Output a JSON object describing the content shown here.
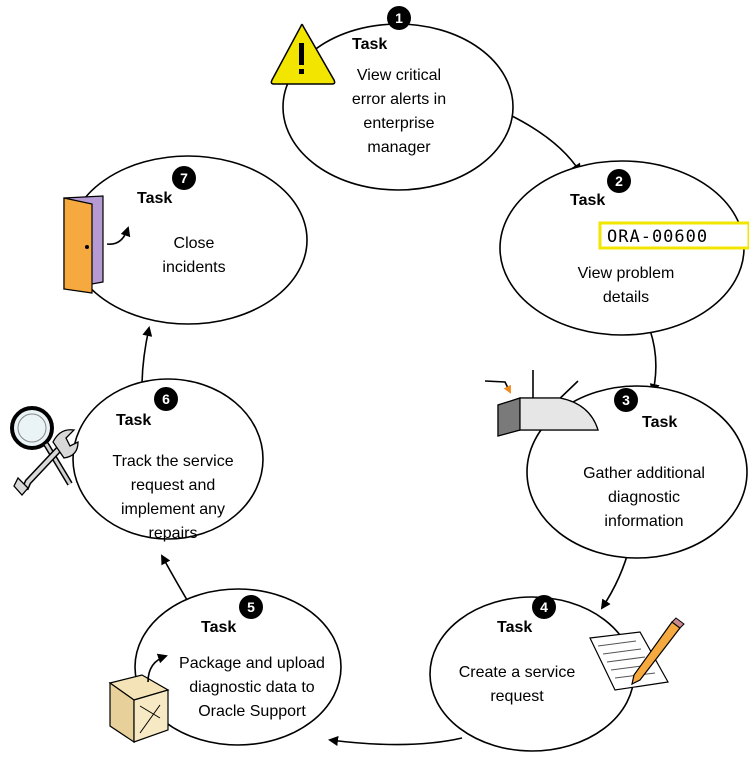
{
  "tasks": [
    {
      "number": "1",
      "label": "Task",
      "lines": [
        "View critical",
        "error alerts in",
        "enterprise",
        "manager"
      ]
    },
    {
      "number": "2",
      "label": "Task",
      "lines": [
        "View problem",
        "details"
      ]
    },
    {
      "number": "3",
      "label": "Task",
      "lines": [
        "Gather additional",
        "diagnostic",
        "information"
      ]
    },
    {
      "number": "4",
      "label": "Task",
      "lines": [
        "Create a service",
        "request"
      ]
    },
    {
      "number": "5",
      "label": "Task",
      "lines": [
        "Package and upload",
        "diagnostic data to",
        "Oracle Support"
      ]
    },
    {
      "number": "6",
      "label": "Task",
      "lines": [
        "Track the service",
        "request and",
        "implement any",
        "repairs"
      ]
    },
    {
      "number": "7",
      "label": "Task",
      "lines": [
        "Close",
        "incidents"
      ]
    }
  ],
  "error_code": "ORA-00600",
  "icons": [
    "warning-icon",
    "error-code-icon",
    "anvil-icon",
    "document-pen-icon",
    "package-icon",
    "magnifier-wrench-icon",
    "door-exit-icon"
  ],
  "colors": {
    "warning_yellow": "#f2e600",
    "arrow_orange": "#f08a1e",
    "door_orange": "#f5a93f",
    "badge": "#000000"
  }
}
